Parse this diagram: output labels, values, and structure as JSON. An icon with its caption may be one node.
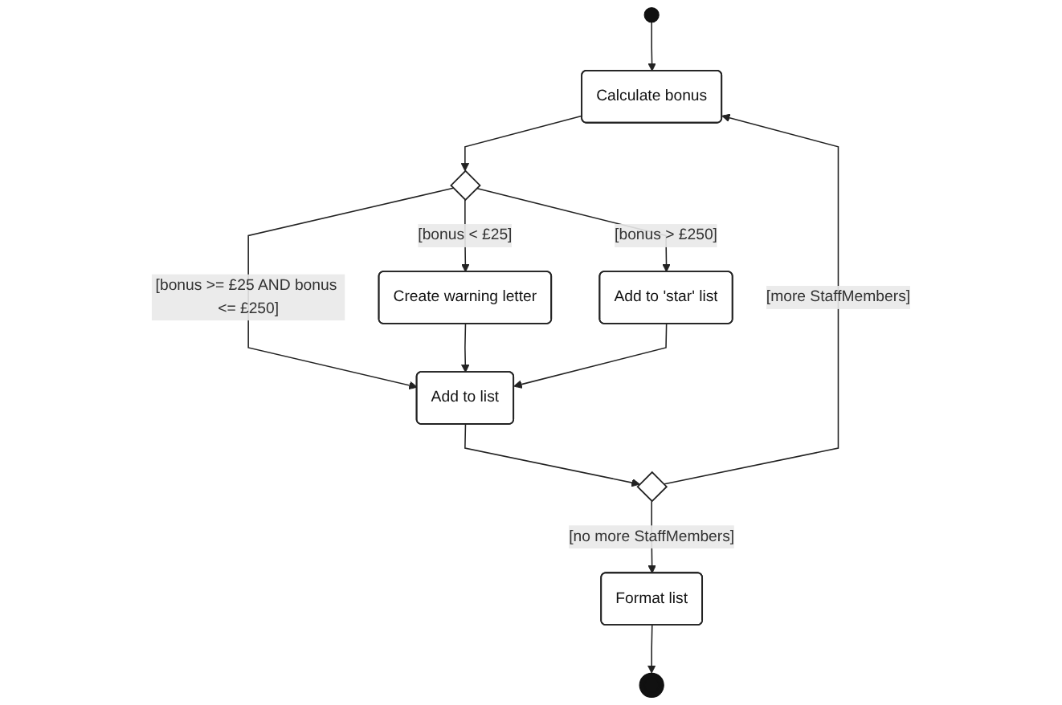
{
  "diagram": {
    "nodes": [
      {
        "text": [],
        "shape": "circle"
      },
      {
        "text": [
          "Calculate bonus"
        ]
      },
      {
        "text": [],
        "shape": "diamond"
      },
      {
        "text": [
          "Create warning letter"
        ]
      },
      {
        "text": [
          "Add to 'star' list"
        ]
      },
      {
        "text": [
          "Add to list"
        ]
      },
      {
        "text": [],
        "shape": "diamond"
      },
      {
        "text": [
          "Format list"
        ]
      },
      {
        "text": [],
        "shape": "bullseye"
      }
    ],
    "edges": [
      {
        "from": 0,
        "to": 1,
        "arrow": "to"
      },
      {
        "from": 1,
        "to": 2,
        "arrow": "to"
      },
      {
        "from": 2,
        "to": 3,
        "label": "[bonus < £25]",
        "arrow": "to"
      },
      {
        "from": 2,
        "to": 4,
        "label": "[bonus > £250]",
        "arrow": "to"
      },
      {
        "from": 2,
        "to": 5,
        "label": "[bonus >= £25 AND bonus <= £250]",
        "arrow": "to"
      },
      {
        "from": 3,
        "to": 5,
        "arrow": "to"
      },
      {
        "from": 4,
        "to": 5,
        "arrow": "to"
      },
      {
        "from": 5,
        "to": 6,
        "arrow": "to"
      },
      {
        "from": 6,
        "to": 1,
        "label": "[more StaffMembers]",
        "arrow": "to"
      },
      {
        "from": 6,
        "to": 7,
        "label": "[no more StaffMembers]",
        "arrow": "to"
      },
      {
        "from": 7,
        "to": 8,
        "arrow": "to"
      }
    ]
  }
}
